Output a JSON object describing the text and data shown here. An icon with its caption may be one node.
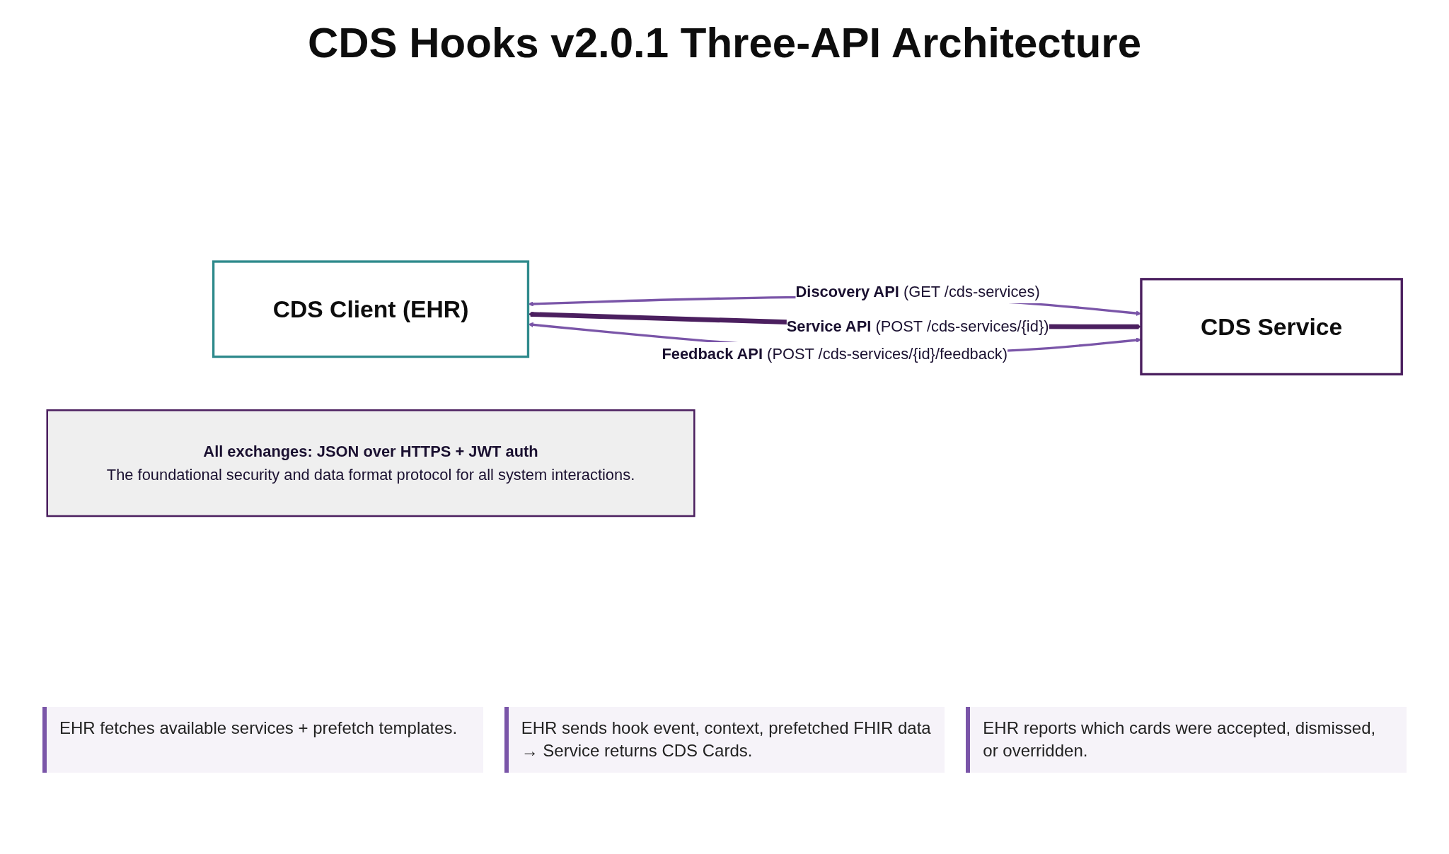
{
  "diagram": {
    "title": "CDS Hooks v2.0.1 Three-API Architecture",
    "nodes": [
      {
        "text": [
          "CDS Client (EHR)"
        ]
      },
      {
        "text": [
          "CDS Service"
        ]
      },
      {
        "text": [
          "All exchanges: JSON over HTTPS + JWT auth",
          "The foundational security and data format protocol for all system interactions."
        ]
      }
    ],
    "edges": [
      {
        "from": 0,
        "to": 1,
        "arrow": "both",
        "label": "**Discovery API** (GET /cds-services)"
      },
      {
        "from": 0,
        "to": 1,
        "arrow": "both",
        "label": "**Service API** (POST /cds-services/{id})",
        "style": "thick",
        "color": "#4b1f5f"
      },
      {
        "from": 0,
        "to": 1,
        "arrow": "both",
        "label": "**Feedback API** (POST /cds-services/{id}/feedback)"
      }
    ],
    "labels": [
      "EHR fetches available services + prefetch templates.",
      "EHR sends hook event, context, prefetched FHIR data → Service returns CDS Cards.",
      "EHR reports which cards were accepted, dismissed, or overridden."
    ]
  }
}
